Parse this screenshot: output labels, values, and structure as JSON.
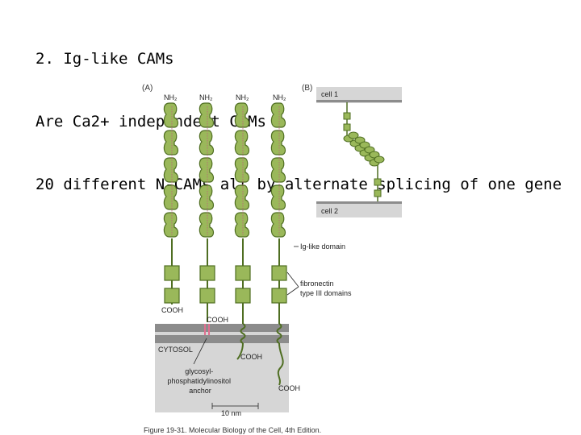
{
  "slide": {
    "lines": [
      "2. Ig-like CAMs",
      "Are Ca2+ independent CAMs",
      "20 different N-CAMs all by alternate splicing of one gene"
    ]
  },
  "figure": {
    "panel_a_label": "(A)",
    "panel_b_label": "(B)",
    "nh2_labels": [
      "NH₂",
      "NH₂",
      "NH₂",
      "NH₂"
    ],
    "cooh_labels": [
      "COOH",
      "COOH",
      "COOH",
      "COOH"
    ],
    "cytosol_label": "CYTOSOL",
    "gpi_anchor_label": [
      "glycosyl-",
      "phosphatidylinositol",
      "anchor"
    ],
    "ig_domain_label": "Ig-like domain",
    "fibronectin_label": [
      "fibronectin",
      "type III domains"
    ],
    "cell1_label": "cell 1",
    "cell2_label": "cell 2",
    "scale_label": "10 nm",
    "caption": "Figure 19-31. Molecular Biology of the Cell, 4th Edition.",
    "colors": {
      "domain_fill": "#9ab85a",
      "domain_stroke": "#4f6e22",
      "membrane_dark": "#8c8c8c",
      "cytosol_bg": "#d6d6d6",
      "disulfide": "#c06080",
      "gpi_pink": "#e07090"
    }
  }
}
